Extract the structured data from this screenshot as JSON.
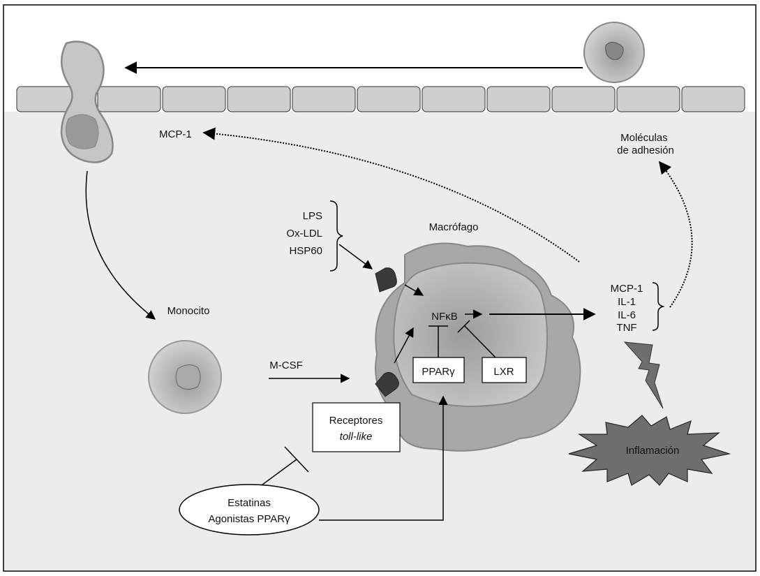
{
  "labels": {
    "mcp1_top": "MCP-1",
    "adhesion_line1": "Moléculas",
    "adhesion_line2": "de adhesión",
    "monocyte": "Monocito",
    "macrophage": "Macrófago",
    "mcsf": "M-CSF",
    "lps": "LPS",
    "oxldl": "Ox-LDL",
    "hsp60": "HSP60",
    "nfkb": "NFκB",
    "ppar": "PPARγ",
    "lxr": "LXR",
    "tlr_line1": "Receptores",
    "tlr_line2": "toll-like",
    "drug_line1": "Estatinas",
    "drug_line2": "Agonistas PPARγ",
    "cytokines": [
      "MCP-1",
      "IL-1",
      "IL-6",
      "TNF"
    ],
    "inflammation": "Inflamación"
  },
  "colors": {
    "intima": "#ececec",
    "endothelium": "#cfcfcf",
    "cell": "#c4c4c4",
    "receptor": "#3a3a3a",
    "inflammation": "#6e6e6e"
  }
}
